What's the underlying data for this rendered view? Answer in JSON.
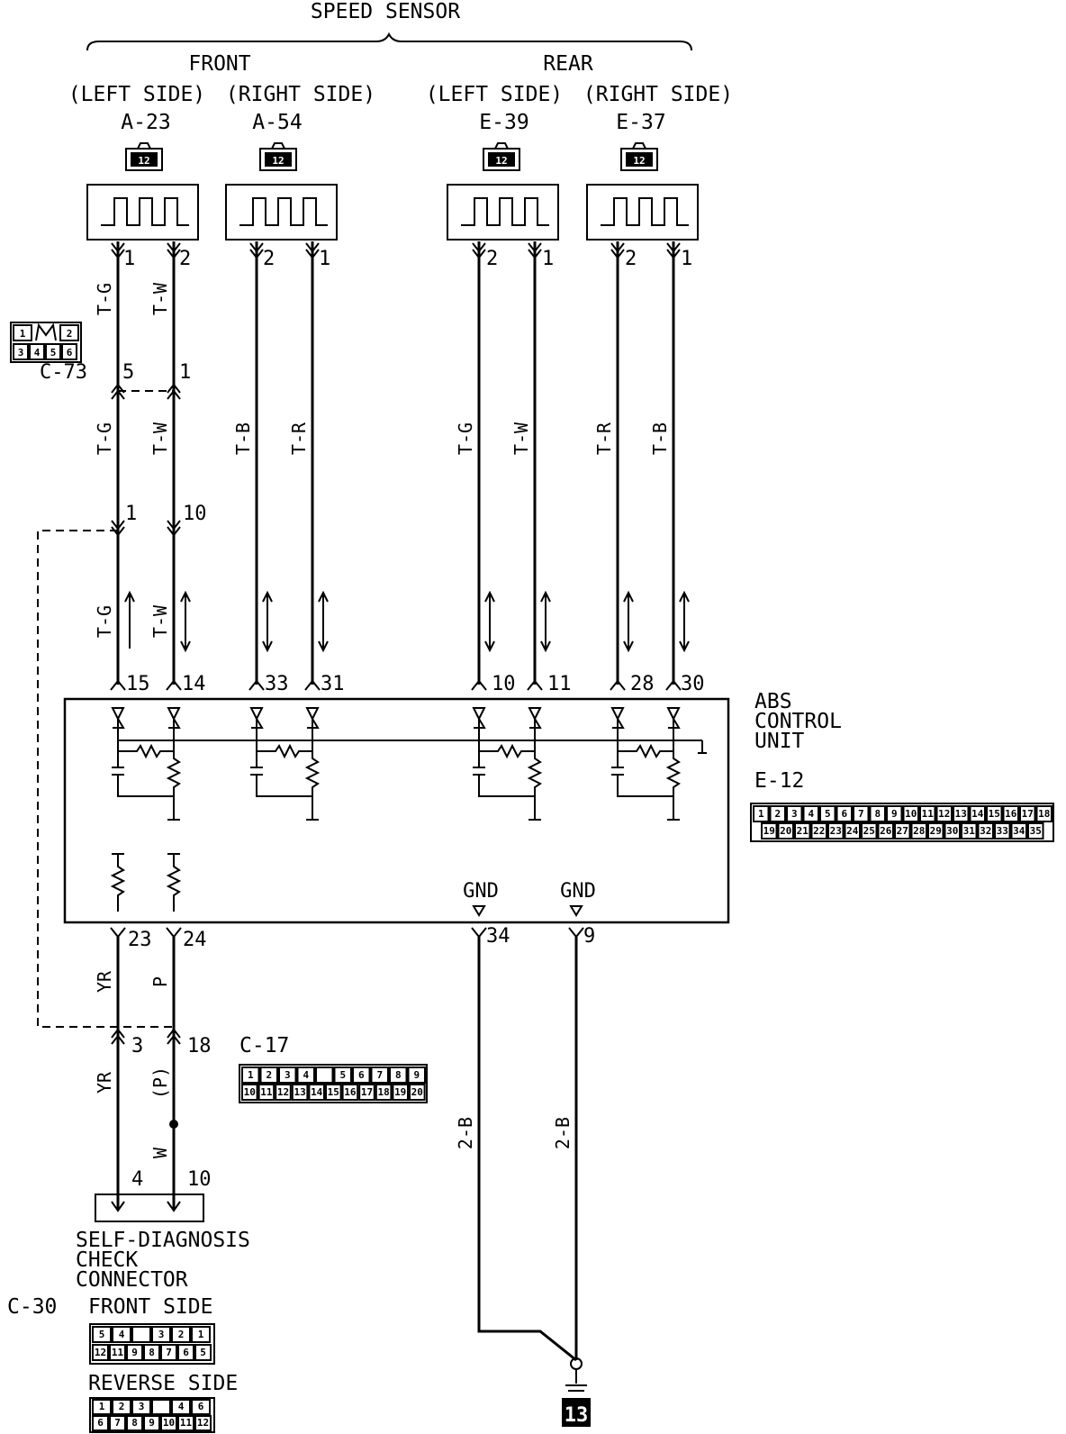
{
  "title": "SPEED SENSOR",
  "groups": {
    "front": "FRONT",
    "rear": "REAR"
  },
  "sides": {
    "fl": "(LEFT SIDE)",
    "fr": "(RIGHT SIDE)",
    "rl": "(LEFT SIDE)",
    "rr": "(RIGHT SIDE)"
  },
  "sensors": [
    {
      "id": "A-23",
      "pins": [
        "1",
        "2"
      ]
    },
    {
      "id": "A-54",
      "pins": [
        "2",
        "1"
      ]
    },
    {
      "id": "E-39",
      "pins": [
        "2",
        "1"
      ]
    },
    {
      "id": "E-37",
      "pins": [
        "2",
        "1"
      ]
    }
  ],
  "sensor_connector_pins": "12",
  "c73": {
    "label": "C-73",
    "pin_left": "5",
    "pin_right": "1",
    "top_cells": [
      "1",
      "",
      "2"
    ],
    "bottom_cells": [
      "3",
      "4",
      "5",
      "6"
    ]
  },
  "wires": {
    "fl_a": "T-G",
    "fl_b": "T-W",
    "fr_a": "T-B",
    "fr_b": "T-R",
    "rl_a": "T-G",
    "rl_b": "T-W",
    "rr_a": "T-R",
    "rr_b": "T-B",
    "diag_a": "YR",
    "diag_b": "P",
    "diag_b2": "(P)",
    "diag_w": "W",
    "gnd_a": "2-B",
    "gnd_b": "2-B"
  },
  "junction_pins": {
    "left": "1",
    "right": "10"
  },
  "ecu_pins_top": [
    "15",
    "14",
    "33",
    "31",
    "10",
    "11",
    "28",
    "30"
  ],
  "ecu_pins_bottom": [
    "23",
    "24",
    "34",
    "9"
  ],
  "ecu": {
    "line1": "ABS",
    "line2": "CONTROL",
    "line3": "UNIT",
    "id": "E-12",
    "gnd": "GND"
  },
  "e12_top": [
    "1",
    "2",
    "3",
    "4",
    "5",
    "6",
    "7",
    "8",
    "9",
    "10",
    "11",
    "12",
    "13",
    "14",
    "15",
    "16",
    "17",
    "18"
  ],
  "e12_bottom": [
    "19",
    "20",
    "21",
    "22",
    "23",
    "24",
    "25",
    "26",
    "27",
    "28",
    "29",
    "30",
    "31",
    "32",
    "33",
    "34",
    "35"
  ],
  "c17": {
    "label": "C-17",
    "pin_left": "3",
    "pin_right": "18",
    "top_cells": [
      "1",
      "2",
      "3",
      "4",
      "",
      "5",
      "6",
      "7",
      "8",
      "9"
    ],
    "bottom_cells": [
      "10",
      "11",
      "12",
      "13",
      "14",
      "15",
      "16",
      "17",
      "18",
      "19",
      "20"
    ]
  },
  "diag_connector": {
    "line1": "SELF-DIAGNOSIS",
    "line2": "CHECK",
    "line3": "CONNECTOR",
    "pin_left": "4",
    "pin_right": "10",
    "id": "C-30",
    "front": "FRONT SIDE",
    "reverse": "REVERSE SIDE",
    "front_top": [
      "5",
      "4",
      "",
      "3",
      "2",
      "1"
    ],
    "front_bottom": [
      "12",
      "11",
      "9",
      "8",
      "7",
      "6",
      "5"
    ],
    "reverse_top": [
      "1",
      "2",
      "3",
      "",
      "4",
      "6"
    ],
    "reverse_bottom": [
      "6",
      "7",
      "8",
      "9",
      "10",
      "11",
      "12"
    ]
  },
  "ground_id": "13"
}
